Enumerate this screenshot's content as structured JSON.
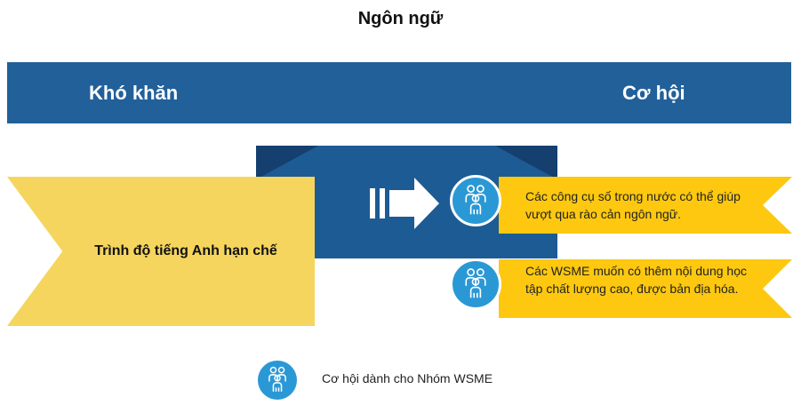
{
  "title": "Ngôn ngữ",
  "header": {
    "left": "Khó khăn",
    "right": "Cơ hội"
  },
  "challenge": "Trình độ tiếng Anh hạn chế",
  "opportunities": [
    "Các công cụ số trong nước có thể giúp vượt qua rào cản ngôn ngữ.",
    "Các WSME muốn có thêm nội dung học tập chất lượng cao, được bản địa hóa."
  ],
  "legend": {
    "label": "Cơ hội dành cho Nhóm WSME",
    "icon": "people-group-icon"
  },
  "colors": {
    "header_band": "#22609a",
    "center_block": "#1d5b94",
    "challenge_fill": "#f5d55e",
    "opportunity_fill": "#fdc80f",
    "icon_circle": "#2b98d6"
  }
}
